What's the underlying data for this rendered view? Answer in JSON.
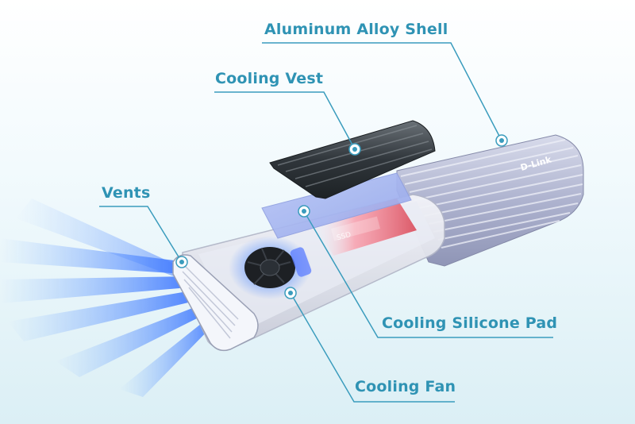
{
  "labels": {
    "aluminum_alloy_shell": "Aluminum Alloy Shell",
    "cooling_vest": "Cooling Vest",
    "vents": "Vents",
    "cooling_silicone_pad": "Cooling Silicone Pad",
    "cooling_fan": "Cooling Fan"
  },
  "product": {
    "brand": "D-Link",
    "ssd_text": "SSD"
  },
  "colors": {
    "label": "#2f93b4",
    "leader_line": "#3a9cbd",
    "airflow": "#3f7fff",
    "shell": "#b9bdd6",
    "pad": "#a7b6f0",
    "vest": "#3c4247"
  }
}
